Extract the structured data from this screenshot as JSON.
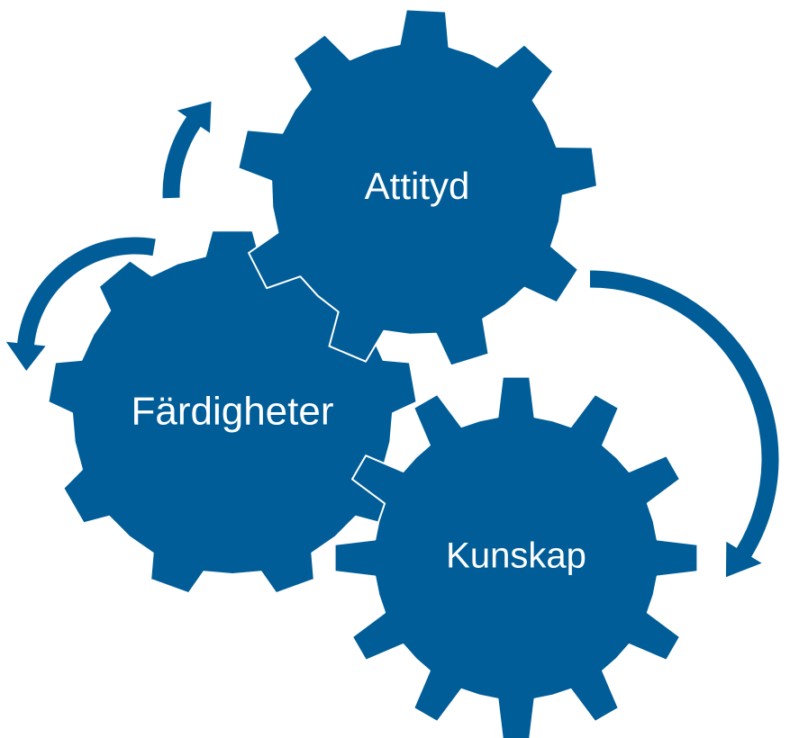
{
  "colors": {
    "gear": "#005d98",
    "outline": "#ffffff",
    "arrow": "#005d98",
    "background": "#ffffff"
  },
  "gears": [
    {
      "id": "attityd",
      "label": "Attityd"
    },
    {
      "id": "fardigheter",
      "label": "Färdigheter"
    },
    {
      "id": "kunskap",
      "label": "Kunskap"
    }
  ],
  "arrows": [
    {
      "id": "arrow-top-left",
      "direction": "clockwise"
    },
    {
      "id": "arrow-left",
      "direction": "counterclockwise"
    },
    {
      "id": "arrow-right",
      "direction": "clockwise"
    }
  ]
}
